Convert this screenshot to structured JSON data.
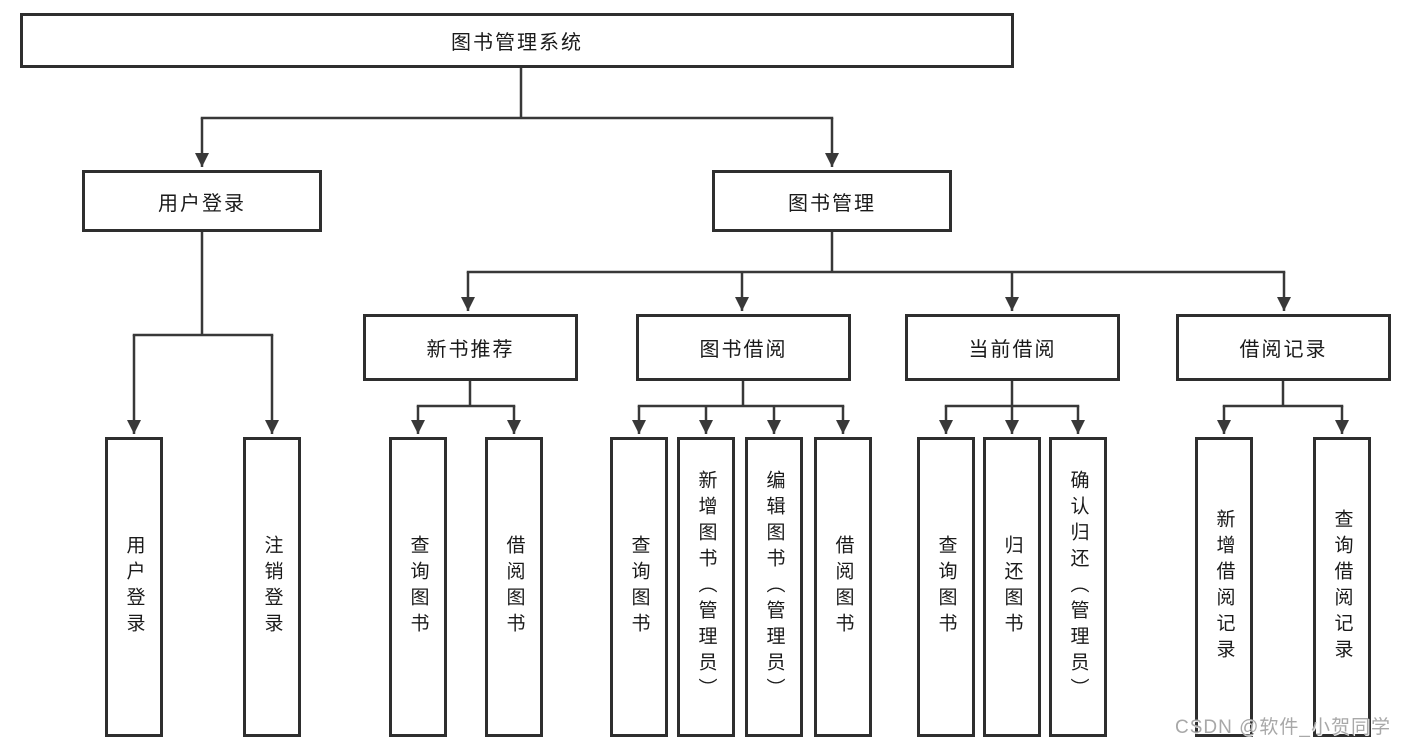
{
  "diagram_title": "图书管理系统",
  "colors": {
    "line": "#383838",
    "box_border": "#2e2e2e",
    "text": "#1a1a1a",
    "watermark": "#a8a8a8"
  },
  "tree": {
    "root": {
      "label": "图书管理系统"
    },
    "children": [
      {
        "label": "用户登录",
        "children": [
          {
            "label": "用户登录"
          },
          {
            "label": "注销登录"
          }
        ]
      },
      {
        "label": "图书管理",
        "children": [
          {
            "label": "新书推荐",
            "children": [
              {
                "label": "查询图书"
              },
              {
                "label": "借阅图书"
              }
            ]
          },
          {
            "label": "图书借阅",
            "children": [
              {
                "label": "查询图书"
              },
              {
                "label": "新增图书（管理员）"
              },
              {
                "label": "编辑图书（管理员）"
              },
              {
                "label": "借阅图书"
              }
            ]
          },
          {
            "label": "当前借阅",
            "children": [
              {
                "label": "查询图书"
              },
              {
                "label": "归还图书"
              },
              {
                "label": "确认归还（管理员）"
              }
            ]
          },
          {
            "label": "借阅记录",
            "children": [
              {
                "label": "新增借阅记录"
              },
              {
                "label": "查询借阅记录"
              }
            ]
          }
        ]
      }
    ]
  },
  "watermark": {
    "text": "CSDN @软件_小贺同学"
  }
}
